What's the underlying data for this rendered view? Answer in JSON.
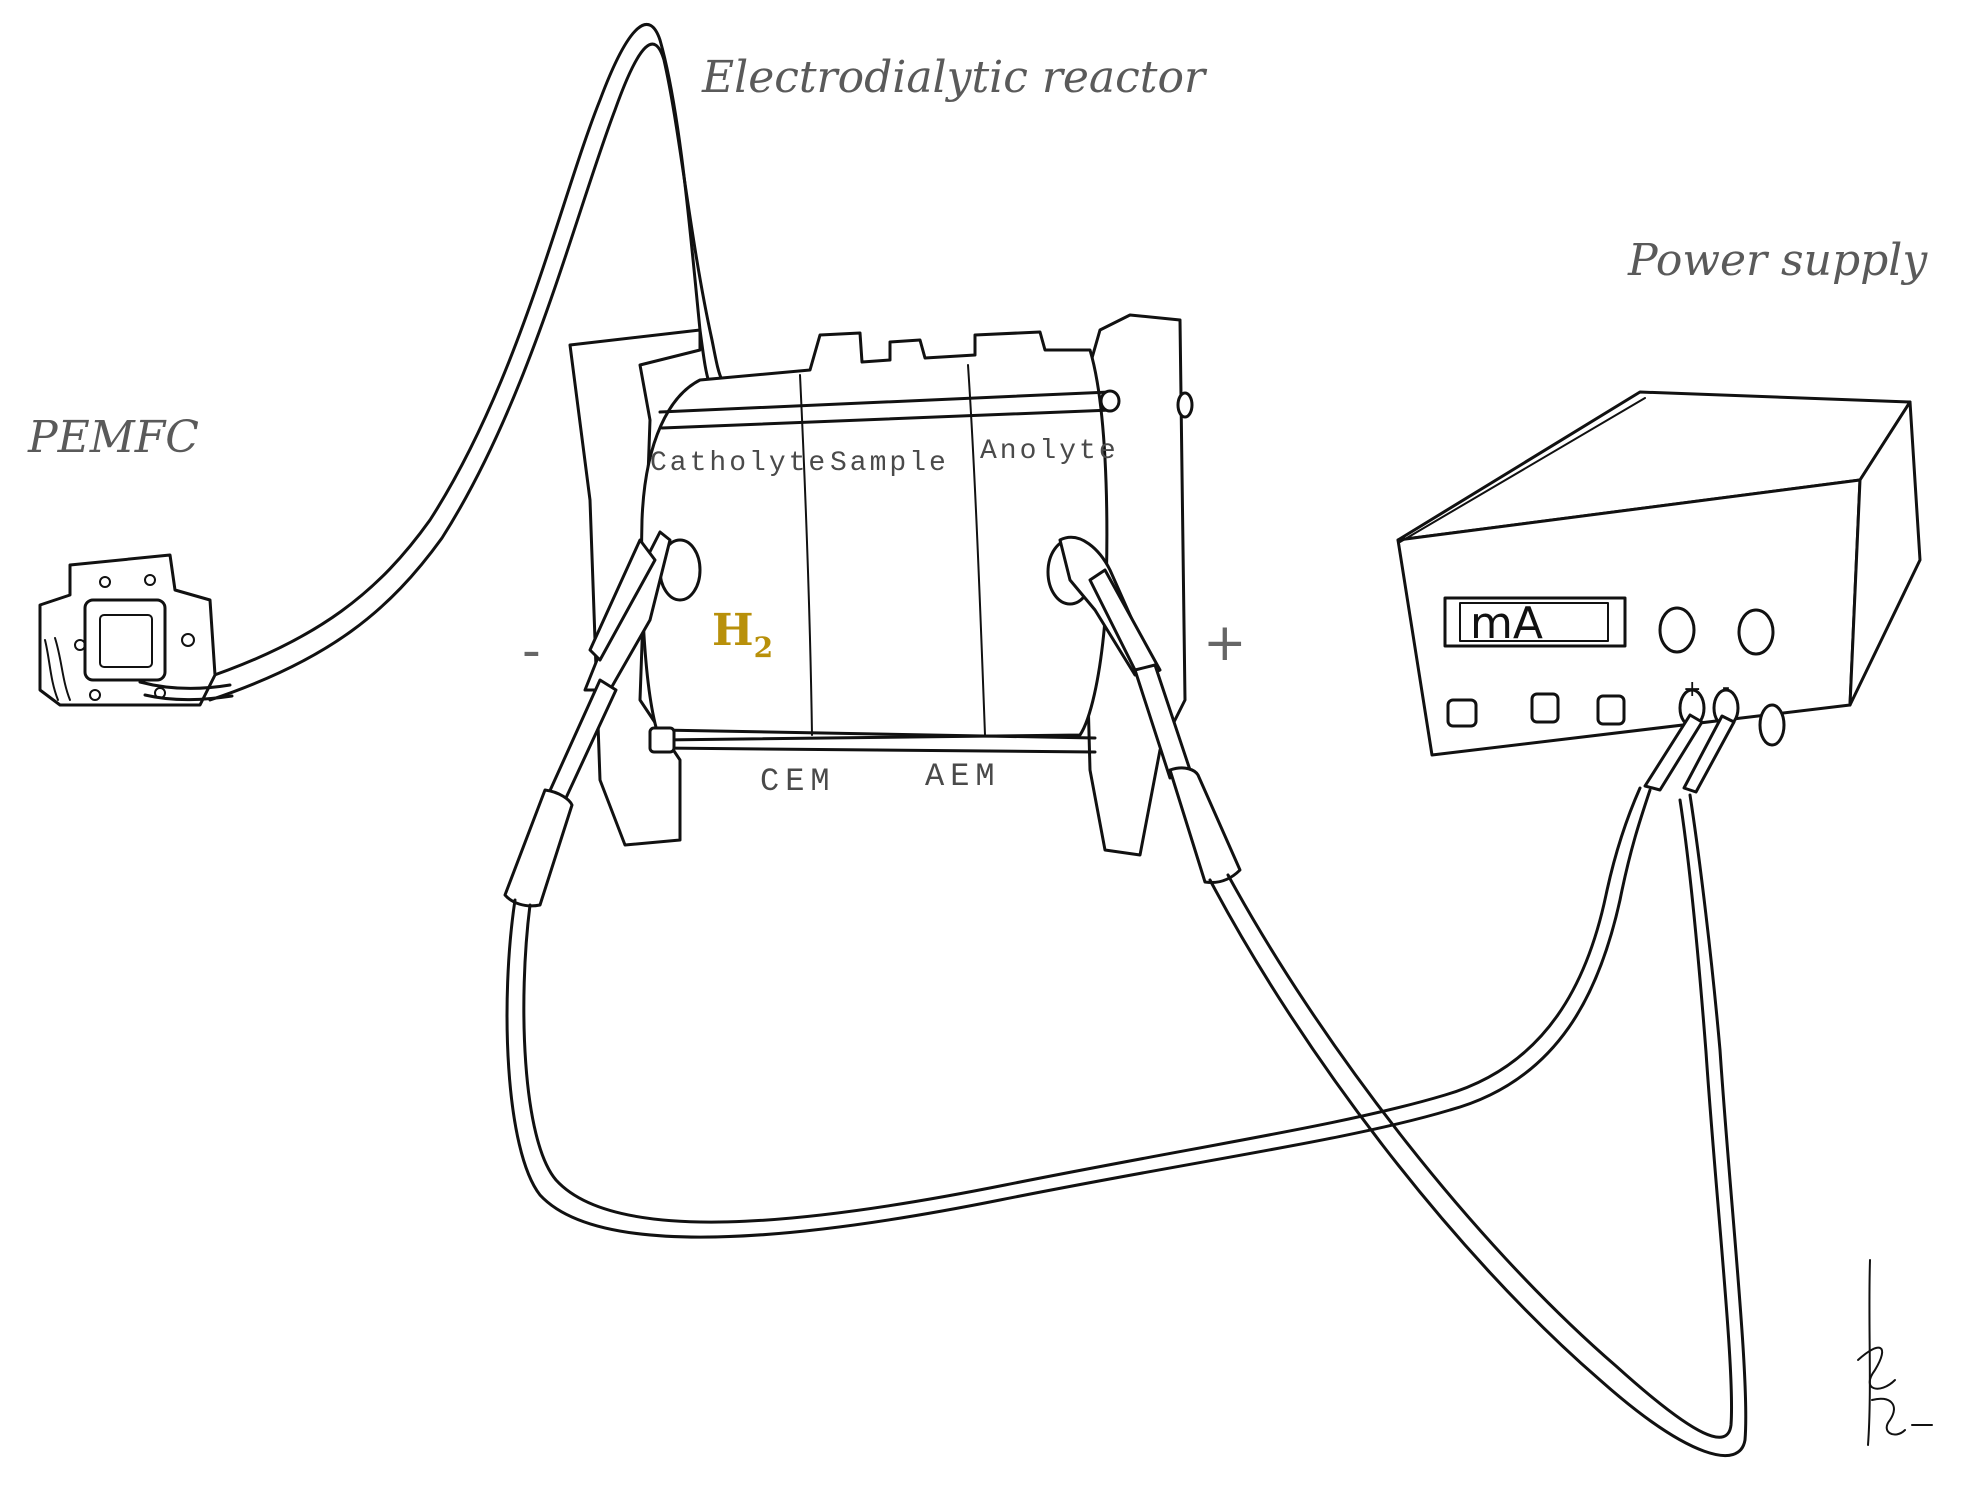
{
  "labels": {
    "reactor": "Electrodialytic reactor",
    "pemfc": "PEMFC",
    "power_supply": "Power supply",
    "catholyte": "Catholyte",
    "sample": "Sample",
    "anolyte": "Anolyte",
    "cem": "CEM",
    "aem": "AEM",
    "negative": "-",
    "positive": "+",
    "gas_main": "H",
    "gas_sub": "2",
    "display_unit": "mA",
    "terminal_plus": "+",
    "terminal_minus": "-"
  },
  "colors": {
    "gas": "#b8900a",
    "ink": "#111111",
    "label": "#5a5a5a"
  },
  "signature": "artist signature (drawn mark)"
}
